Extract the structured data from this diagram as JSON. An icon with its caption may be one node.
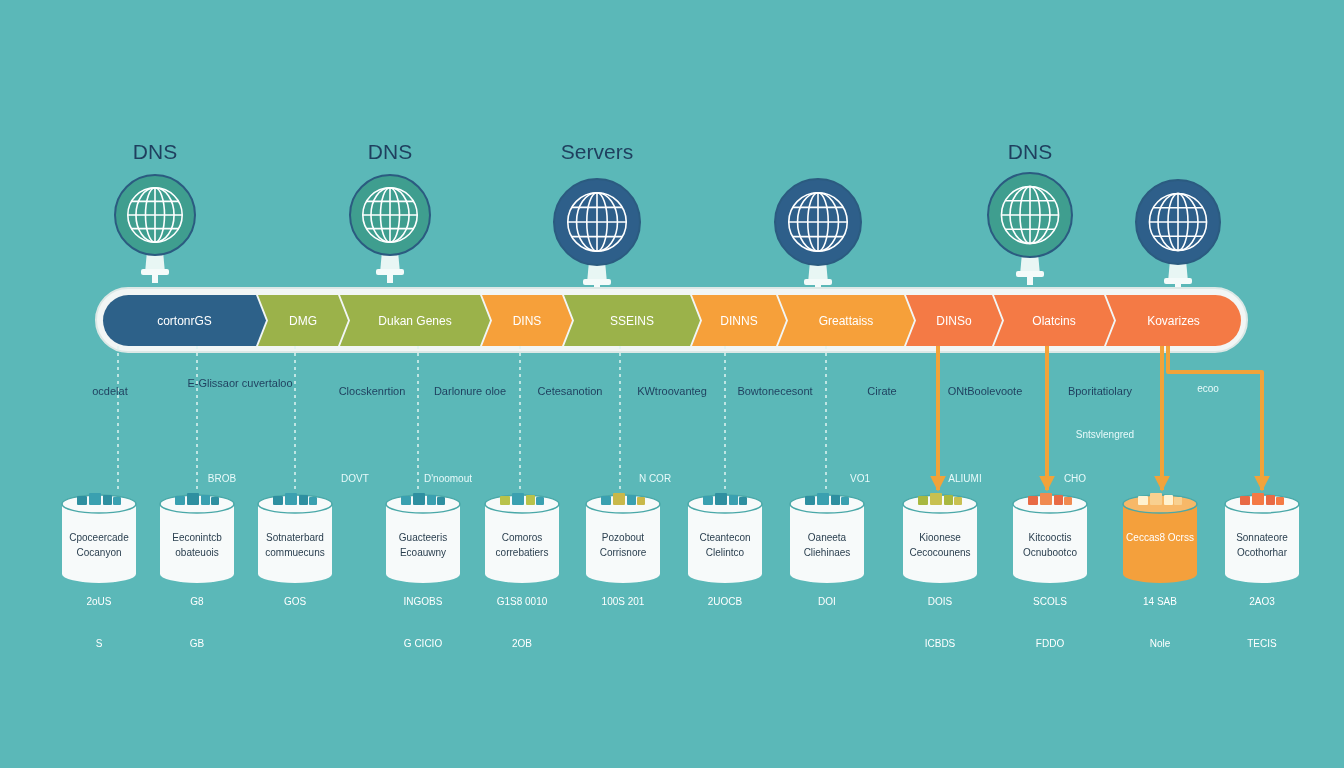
{
  "diagram": {
    "nodes": [
      {
        "text": [
          "DNS"
        ]
      },
      {
        "text": [
          "DNS"
        ]
      },
      {
        "text": [
          "Servers"
        ]
      },
      {
        "text": [],
        "shape": "circle"
      },
      {
        "text": [
          "DNS"
        ]
      },
      {
        "text": [],
        "shape": "circle"
      },
      {
        "text": [],
        "shape": "bar"
      },
      {
        "text": [
          "cortonrGS"
        ],
        "in": 6
      },
      {
        "text": [
          "DMG"
        ],
        "in": 6
      },
      {
        "text": [
          "Dukan Genes"
        ],
        "in": 6
      },
      {
        "text": [
          "DINS"
        ],
        "in": 6
      },
      {
        "text": [
          "SSEINS"
        ],
        "in": 6
      },
      {
        "text": [
          "DINNS"
        ],
        "in": 6
      },
      {
        "text": [
          "Greattaiss"
        ],
        "in": 6
      },
      {
        "text": [
          "DINSo"
        ],
        "in": 6
      },
      {
        "text": [
          "Olatcins"
        ],
        "in": 6
      },
      {
        "text": [
          "Kovarizes"
        ],
        "in": 6
      },
      {
        "text": [
          "Cpoceercade Cocanyon"
        ],
        "beside": [
          "2oUS",
          "S"
        ]
      },
      {
        "text": [
          "Eeconintcb obateuois"
        ],
        "beside": [
          "G8",
          "GB"
        ]
      },
      {
        "text": [
          "Sotnaterbard commuecuns"
        ],
        "beside": [
          "GOS"
        ]
      },
      {
        "text": [
          "Guacteeris Ecoauwny"
        ],
        "beside": [
          "INGOBS",
          "G CICIO"
        ]
      },
      {
        "text": [
          "Comoros correbatiers"
        ],
        "beside": [
          "G1S8 0010",
          "2OB"
        ]
      },
      {
        "text": [
          "Pozobout Corrisnore"
        ],
        "beside": [
          "100S 201"
        ]
      },
      {
        "text": [
          "Cteantecon Clelintco"
        ],
        "beside": [
          "2UOCB"
        ]
      },
      {
        "text": [
          "Oaneeta Cliehinaes"
        ],
        "beside": [
          "DOI"
        ]
      },
      {
        "text": [
          "Kioonese Cecocounens"
        ],
        "beside": [
          "DOIS",
          "ICBDS"
        ]
      },
      {
        "text": [
          "Kitcooctis Ocnubootco"
        ],
        "beside": [
          "SCOLS",
          "FDDO"
        ]
      },
      {
        "text": [
          "Ceccas8 Ocrss"
        ],
        "beside": [
          "14 SAB",
          "Nole"
        ]
      },
      {
        "text": [
          "Sonnateore Ocothorhar"
        ],
        "beside": [
          "2AO3",
          "TECIS"
        ]
      }
    ],
    "edges": [
      {
        "from": 7,
        "to": 17,
        "arrow": "none",
        "style": "dashed"
      },
      {
        "from": 7,
        "to": 18,
        "arrow": "none",
        "style": "dashed"
      },
      {
        "from": 8,
        "to": 19,
        "arrow": "none",
        "style": "dashed"
      },
      {
        "from": 9,
        "to": 20,
        "arrow": "none",
        "style": "dashed"
      },
      {
        "from": 10,
        "to": 21,
        "arrow": "none",
        "style": "dashed"
      },
      {
        "from": 11,
        "to": 22,
        "arrow": "none",
        "style": "dashed"
      },
      {
        "from": 12,
        "to": 23,
        "arrow": "none",
        "style": "dashed"
      },
      {
        "from": 13,
        "to": 24,
        "arrow": "none",
        "style": "dashed"
      },
      {
        "from": 14,
        "to": 25,
        "arrow": "to",
        "style": "thick",
        "color": "#f2a33a"
      },
      {
        "from": 15,
        "to": 26,
        "arrow": "to",
        "style": "thick",
        "color": "#f2a33a"
      },
      {
        "from": 16,
        "to": 27,
        "arrow": "to",
        "style": "thick",
        "color": "#f2a33a"
      },
      {
        "from": 16,
        "to": 28,
        "arrow": "to",
        "style": "thick",
        "color": "#f2a33a"
      }
    ],
    "labels": [
      "ocdelat",
      "E-Glissaor cuvertaloo",
      "Clocskenrtion",
      "Darlonure oloe",
      "Cetesanotion",
      "KWtroovanteg",
      "Bowtonecesont",
      "Cirate",
      "ONtBoolevoote",
      "Bporitatiolary",
      "ecoo",
      "Sntsvlengred",
      "BROB",
      "DOVT",
      "D'noomout",
      "N COR",
      "VO1",
      "ALIUMI",
      "CHO"
    ]
  }
}
